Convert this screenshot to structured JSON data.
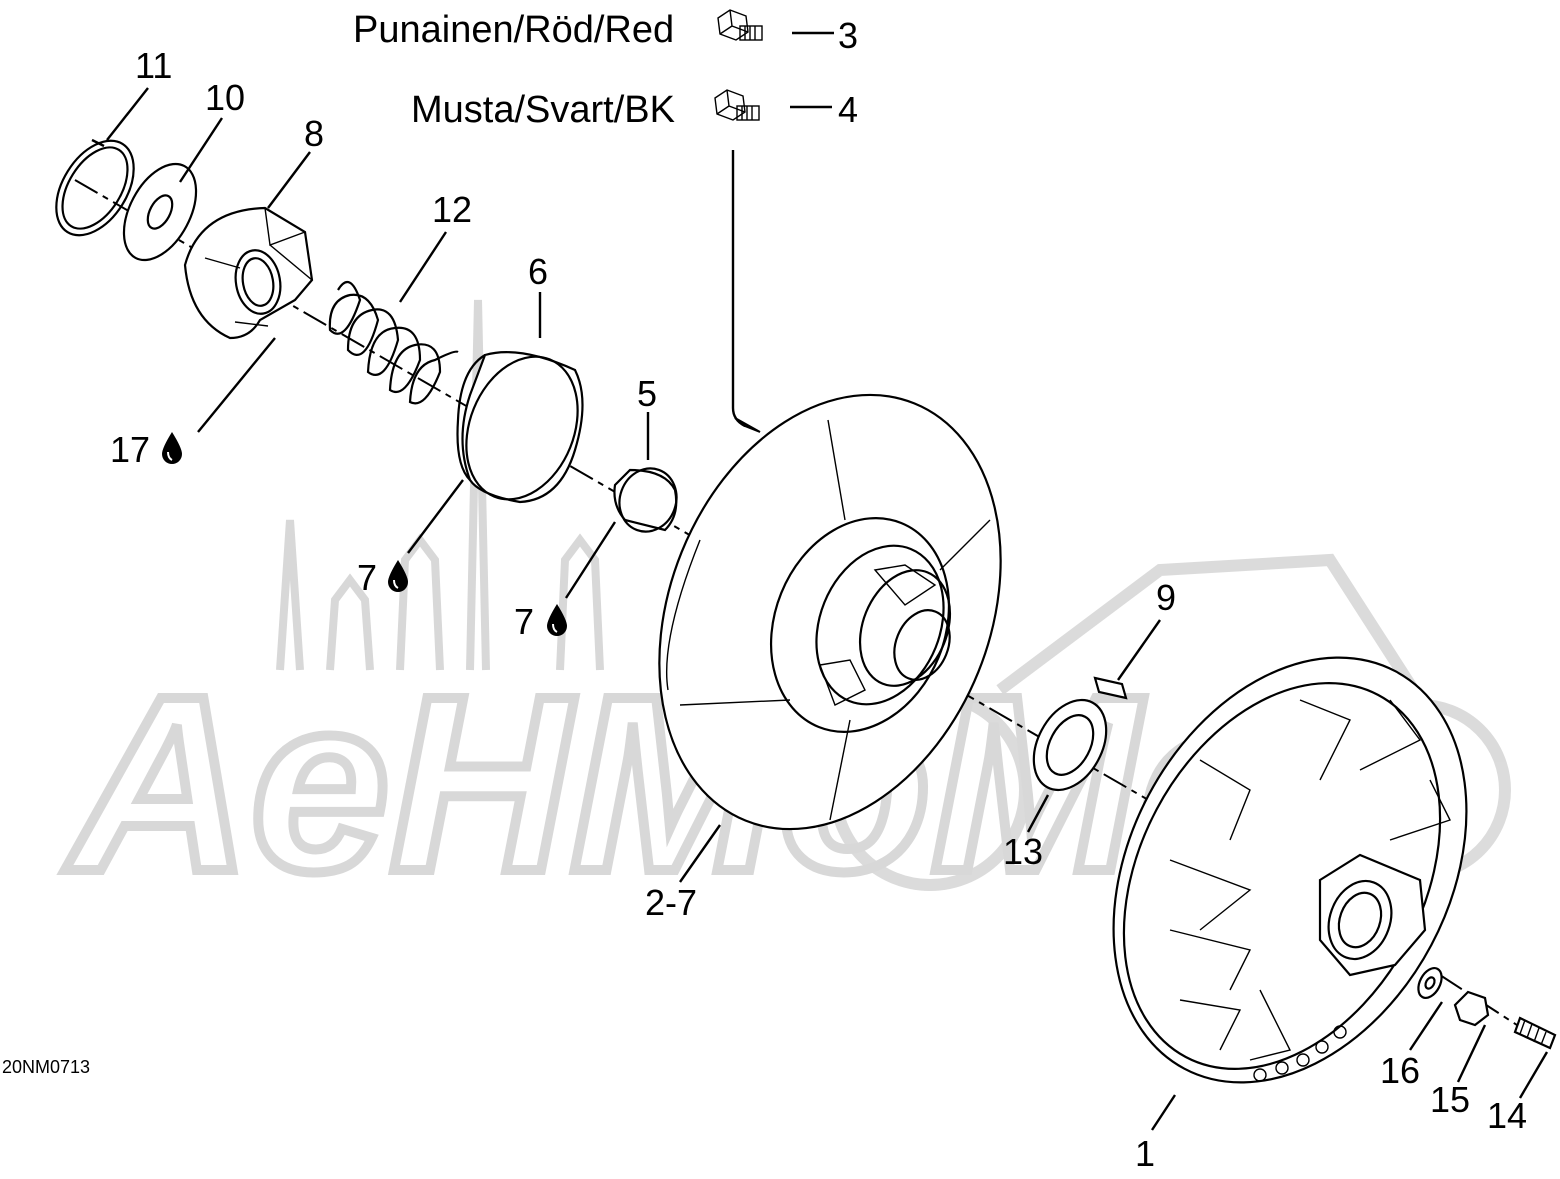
{
  "diagram": {
    "legend": [
      {
        "text": "Punainen/Röd/Red",
        "number": "3",
        "icon": "screw-icon"
      },
      {
        "text": "Musta/Svart/BK",
        "number": "4",
        "icon": "screw-icon"
      }
    ],
    "callouts": {
      "c11": "11",
      "c10": "10",
      "c8": "8",
      "c12": "12",
      "c6": "6",
      "c5": "5",
      "c17": "17",
      "c7a": "7",
      "c7b": "7",
      "c9": "9",
      "c13": "13",
      "c2_7": "2-7",
      "c16": "16",
      "c15": "15",
      "c14": "14",
      "c1": "1"
    },
    "drawing_code": "20NM0713",
    "lubricant_icon": "oil-drop-icon",
    "watermark": "AeHMoMo"
  }
}
